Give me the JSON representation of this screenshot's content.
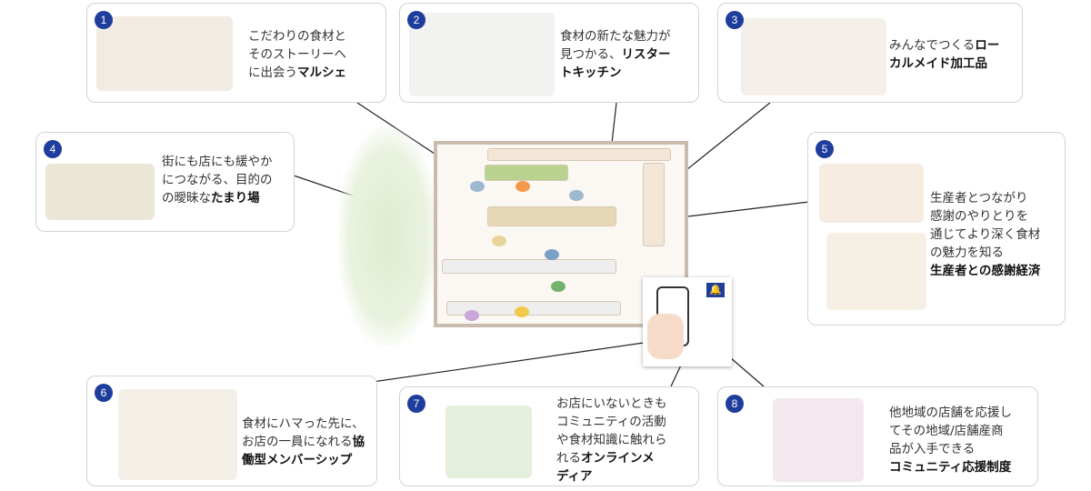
{
  "items": [
    {
      "num": "1",
      "text": "こだわりの食材と\nそのストーリーへ\nに出会う",
      "bold": "マルシェ"
    },
    {
      "num": "2",
      "text": "食材の新たな魅力が\n見つかる、",
      "bold": "リスター\nトキッチン"
    },
    {
      "num": "3",
      "text": "みんなでつくる",
      "bold": "ロー\nカルメイド加工品"
    },
    {
      "num": "4",
      "text": "街にも店にも緩やか\nにつながる、目的の\nの曖昧な",
      "bold": "たまり場"
    },
    {
      "num": "5",
      "text": "生産者とつながり\n感謝のやりとりを\n通じてより深く食材\nの魅力を知る\n",
      "bold": "生産者との感謝経済"
    },
    {
      "num": "6",
      "text": "食材にハマった先に、\nお店の一員になれる",
      "bold": "協\n働型メンバーシップ"
    },
    {
      "num": "7",
      "text": "お店にいないときも\nコミュニティの活動\nや食材知識に触れら\nれる",
      "bold": "オンラインメ\nディア"
    },
    {
      "num": "8",
      "text": "他地域の店舗を応援し\nてその地域/店舗産商\n品が入手できる\n",
      "bold": "コミュニティ応援制度"
    }
  ],
  "colors": {
    "badge": "#1f3d9c",
    "border": "#cfd3d8",
    "park": "#e3eed6",
    "floor": "#fbf8f4"
  }
}
